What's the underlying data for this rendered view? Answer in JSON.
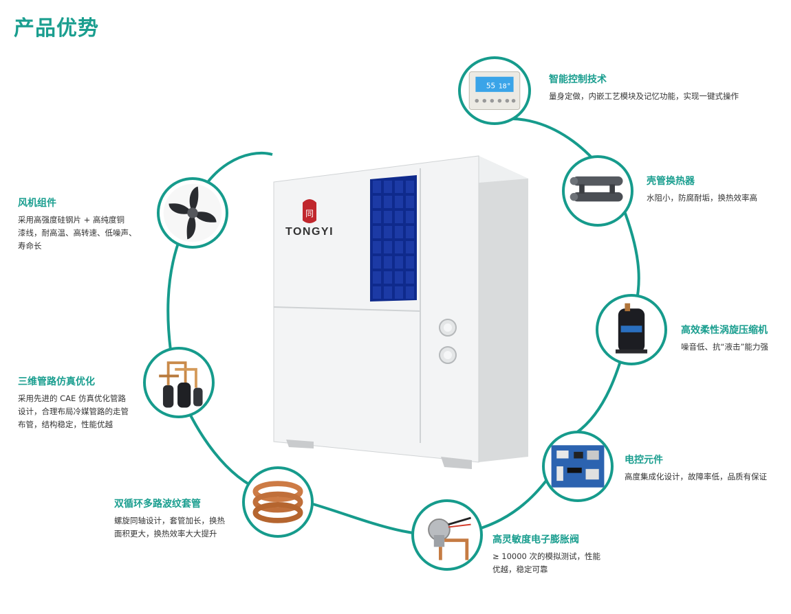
{
  "page": {
    "title": "产品优势"
  },
  "product": {
    "brand": "TONGYI"
  },
  "colors": {
    "accent": "#1a9e8f",
    "ring": "#169b8c",
    "text": "#333333",
    "logo_red": "#c0272d",
    "grille_blue": "#1c3aa5"
  },
  "features": [
    {
      "id": "smart-control",
      "icon": "controller-panel-icon",
      "title": "智能控制技术",
      "desc": "量身定做，内嵌工艺模块及记忆功能，实现一键式操作"
    },
    {
      "id": "heat-exchanger",
      "icon": "shell-tube-exchanger-icon",
      "title": "壳管换热器",
      "desc": "水阻小，防腐耐垢，换热效率高"
    },
    {
      "id": "compressor",
      "icon": "scroll-compressor-icon",
      "title": "高效柔性涡旋压缩机",
      "desc": "噪音低、抗“液击”能力强"
    },
    {
      "id": "electric-control",
      "icon": "circuit-board-icon",
      "title": "电控元件",
      "desc": "高度集成化设计，故障率低，品质有保证"
    },
    {
      "id": "expansion-valve",
      "icon": "expansion-valve-icon",
      "title": "高灵敏度电子膨胀阀",
      "desc": "≥ 10000 次的模拟测试，性能\n优越，稳定可靠"
    },
    {
      "id": "coil-pipe",
      "icon": "copper-coil-icon",
      "title": "双循环多路波纹套管",
      "desc": "螺旋同轴设计，套管加长，换热\n面积更大，换热效率大大提升"
    },
    {
      "id": "piping",
      "icon": "piping-assembly-icon",
      "title": "三维管路仿真优化",
      "desc": "采用先进的 CAE 仿真优化管路\n设计，合理布局冷媒管路的走管\n布管，结构稳定，性能优越"
    },
    {
      "id": "fan",
      "icon": "fan-blade-icon",
      "title": "风机组件",
      "desc": "采用高强度硅钢片 + 高纯度铜\n漆线，耐高温、高转速、低噪声、\n寿命长"
    }
  ]
}
